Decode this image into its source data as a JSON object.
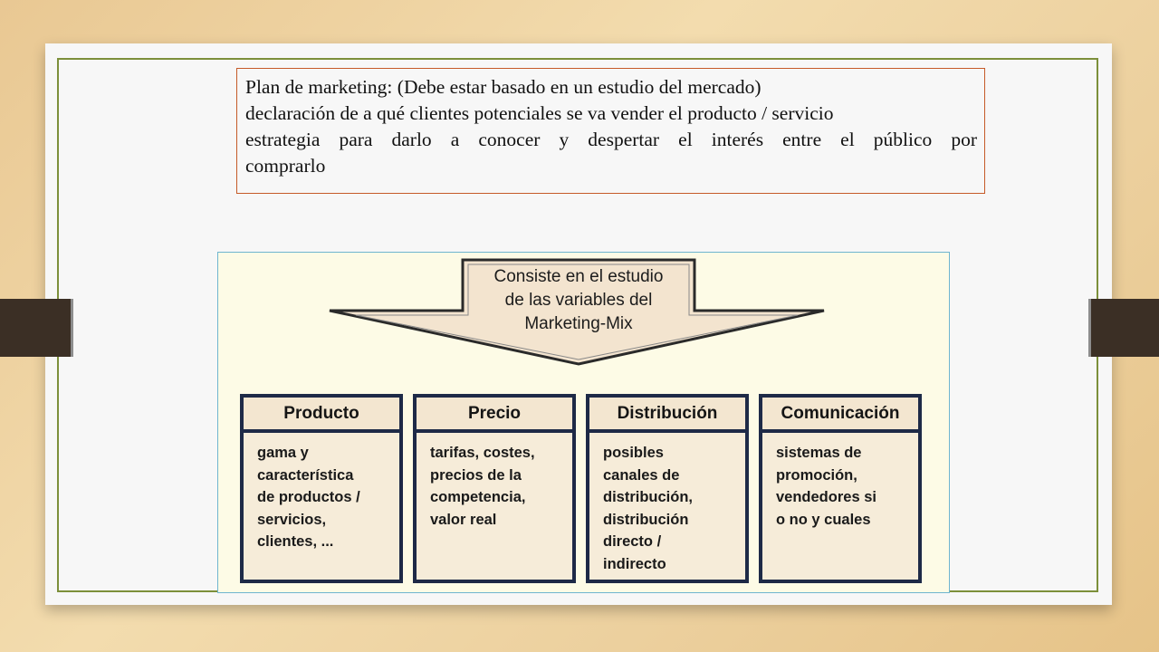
{
  "textbox": {
    "lines": [
      "Plan de marketing: (Debe estar basado en un estudio del mercado)",
      "declaración de a qué clientes potenciales se va vender el producto / servicio",
      "estrategia para darlo a conocer y despertar el interés entre el público por",
      "comprarlo"
    ]
  },
  "diagram": {
    "arrow_lines": [
      "Consiste en el estudio",
      "de las variables del",
      "Marketing-Mix"
    ],
    "columns": [
      {
        "title": "Producto",
        "lines": [
          "gama y",
          "característica",
          "de productos /",
          "servicios,",
          "clientes, ..."
        ]
      },
      {
        "title": "Precio",
        "lines": [
          "tarifas, costes,",
          "precios de la",
          "competencia,",
          "valor real"
        ]
      },
      {
        "title": "Distribución",
        "lines": [
          "posibles",
          "canales de",
          "distribución,",
          "distribución",
          "directo /",
          "indirecto"
        ]
      },
      {
        "title": "Comunicación",
        "lines": [
          "sistemas de",
          "promoción,",
          "vendedores si",
          "o no y cuales"
        ]
      }
    ]
  },
  "colors": {
    "frame_border": "#7c8f3a",
    "textbox_border": "#c55a28",
    "diagram_border": "#6fb5cf",
    "box_border": "#1e2a47",
    "arrow_fill": "#f3e4cf"
  }
}
